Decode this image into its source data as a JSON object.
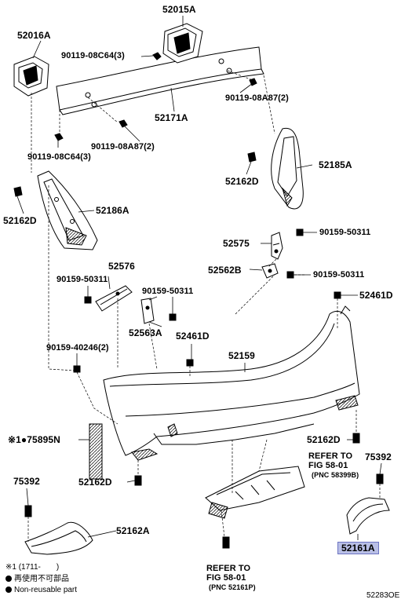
{
  "labels": {
    "p52015A": "52015A",
    "p52016A": "52016A",
    "p9011908C64_3_top": "90119-08C64(3)",
    "p52171A": "52171A",
    "p9011908A87_2_right": "90119-08A87(2)",
    "p9011908A87_2_mid": "90119-08A87(2)",
    "p9011908C64_3_bot": "90119-08C64(3)",
    "p52185A": "52185A",
    "p52162D_a": "52162D",
    "p52162D_b": "52162D",
    "p52186A": "52186A",
    "p52575": "52575",
    "p9015950311_a": "90159-50311",
    "p52562B": "52562B",
    "p9015950311_b": "90159-50311",
    "p52576": "52576",
    "p9015950311_c": "90159-50311",
    "p9015950311_d": "90159-50311",
    "p52461D_a": "52461D",
    "p52563A": "52563A",
    "p52461D_b": "52461D",
    "p9015940246_2": "90159-40246(2)",
    "p52159": "52159",
    "p75895N": "※1●75895N",
    "p52162D_c": "52162D",
    "p52162D_d": "52162D",
    "p75392_a": "75392",
    "p75392_b": "75392",
    "p52162A": "52162A",
    "p52161A": "52161A"
  },
  "refs": {
    "ref1_line1": "REFER TO",
    "ref1_line2": "FIG 58-01",
    "ref1_sub": "(PNC 58399B)",
    "ref2_line1": "REFER TO",
    "ref2_line2": "FIG 58-01",
    "ref2_sub": "(PNC 52161P)"
  },
  "legend": {
    "note1": "※1 (1711-　　)",
    "reuse": "再使用不可部品",
    "nonreusable": "Non-reusable part"
  },
  "diagram_id": "52283OE",
  "colors": {
    "highlight_bg": "#b9bfe6",
    "highlight_border": "#6c74c2",
    "line": "#000000"
  }
}
